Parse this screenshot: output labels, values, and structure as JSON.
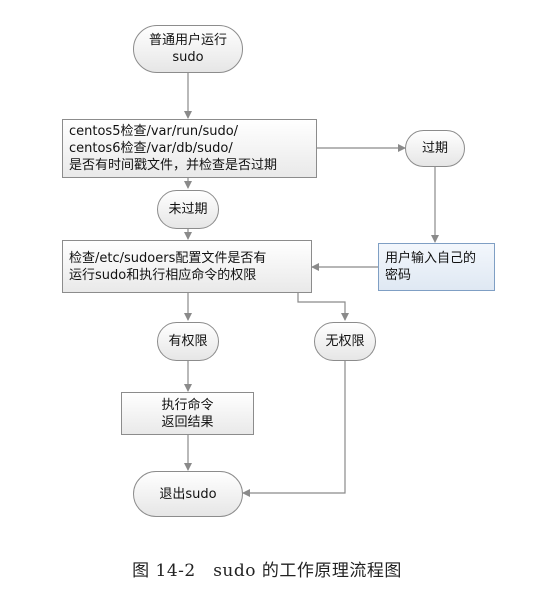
{
  "nodes": {
    "start": "普通用户运行\nsudo",
    "check_timestamp": "centos5检查/var/run/sudo/\ncentos6检查/var/db/sudo/\n是否有时间戳文件，并检查是否过期",
    "expired": "过期",
    "not_expired": "未过期",
    "check_sudoers": "检查/etc/sudoers配置文件是否有\n运行sudo和执行相应命令的权限",
    "enter_password": "用户输入自己的\n密码",
    "has_permission": "有权限",
    "no_permission": "无权限",
    "execute": "执行命令\n返回结果",
    "exit": "退出sudo"
  },
  "caption": "图 14-2　sudo 的工作原理流程图",
  "colors": {
    "line": "#8a8a8a",
    "node_border": "#8c8c8c",
    "password_border": "#7f9fc4"
  }
}
